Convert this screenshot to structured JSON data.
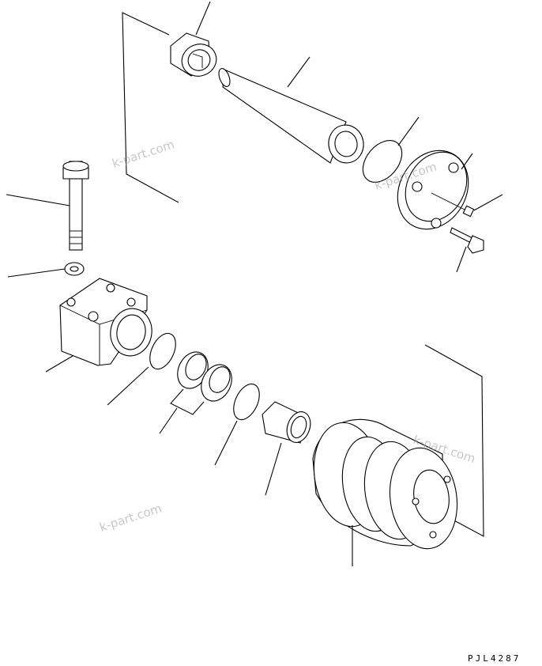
{
  "diagram": {
    "drawing_code": "PJL4287",
    "watermarks": [
      "k-part.com",
      "k-part.com",
      "k-part.com",
      "k-part.com"
    ]
  }
}
